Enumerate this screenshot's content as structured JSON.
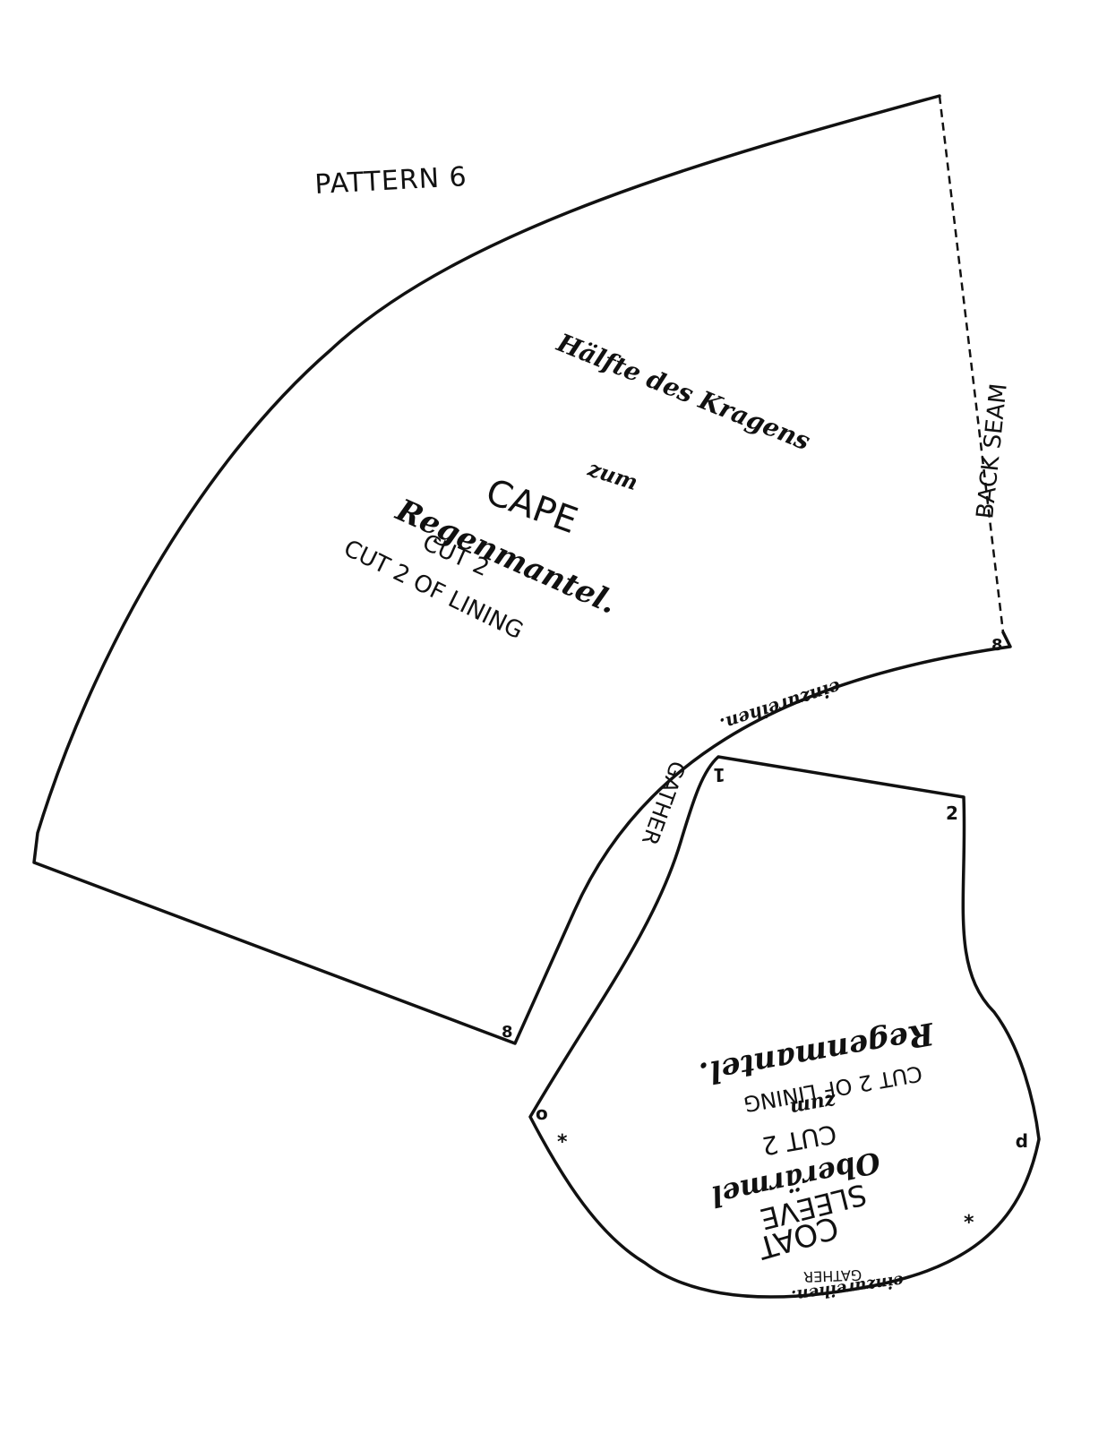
{
  "title": "PATTERN 6",
  "collar_piece": {
    "heading_german": "Hälfte des Kragens",
    "word_zum": "zum",
    "cape": "CAPE",
    "regenmantel": "Regenmantel.",
    "cut": "CUT 2",
    "lining": "CUT 2 OF LINING",
    "back_seam": "BACK SEAM",
    "gather_german": "einzureihen.",
    "gather": "GATHER",
    "marks": [
      "8",
      "8"
    ]
  },
  "sleeve_piece": {
    "coat": "COAT",
    "sleeve": "SLEEVE",
    "oberarmel": "Oberärmel",
    "cut": "CUT 2",
    "word_zum": "zum",
    "lining": "CUT 2 OF LINING",
    "regenmantel": "Regenmantel.",
    "gather_german": "einzureihen.",
    "gather": "GATHER",
    "marks": [
      "1",
      "2",
      "o",
      "p"
    ],
    "notch_symbol": "*"
  },
  "colors": {
    "ink": "#111111",
    "paper": "#ffffff"
  }
}
